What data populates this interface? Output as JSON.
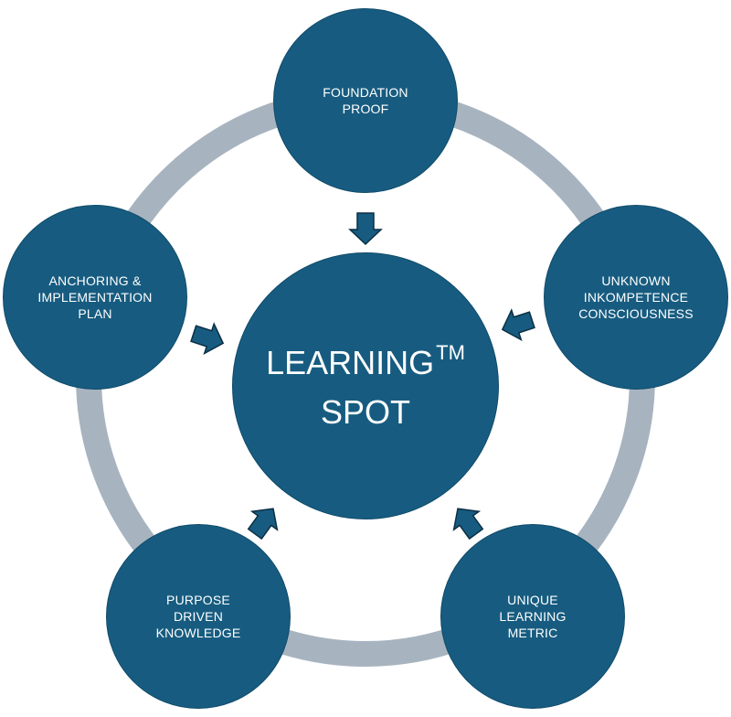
{
  "center": {
    "line1": "LEARNING",
    "trademark": "TM",
    "line2": "SPOT"
  },
  "nodes": [
    {
      "key": "top",
      "label": "FOUNDATION\nPROOF"
    },
    {
      "key": "right",
      "label": "UNKNOWN\nINKOMPETENCE\nCONSCIOUSNESS"
    },
    {
      "key": "bottom-right",
      "label": "UNIQUE\nLEARNING\nMETRIC"
    },
    {
      "key": "bottom-left",
      "label": "PURPOSE\nDRIVEN\nKNOWLEDGE"
    },
    {
      "key": "left",
      "label": "ANCHORING &\nIMPLEMENTATION\nPLAN"
    }
  ],
  "colors": {
    "node_fill": "#175c80",
    "node_border": "#0f4a69",
    "ring": "#a7b4c0",
    "arrow_fill": "#175c80",
    "arrow_stroke": "#0b2f44",
    "text": "#ffffff"
  }
}
